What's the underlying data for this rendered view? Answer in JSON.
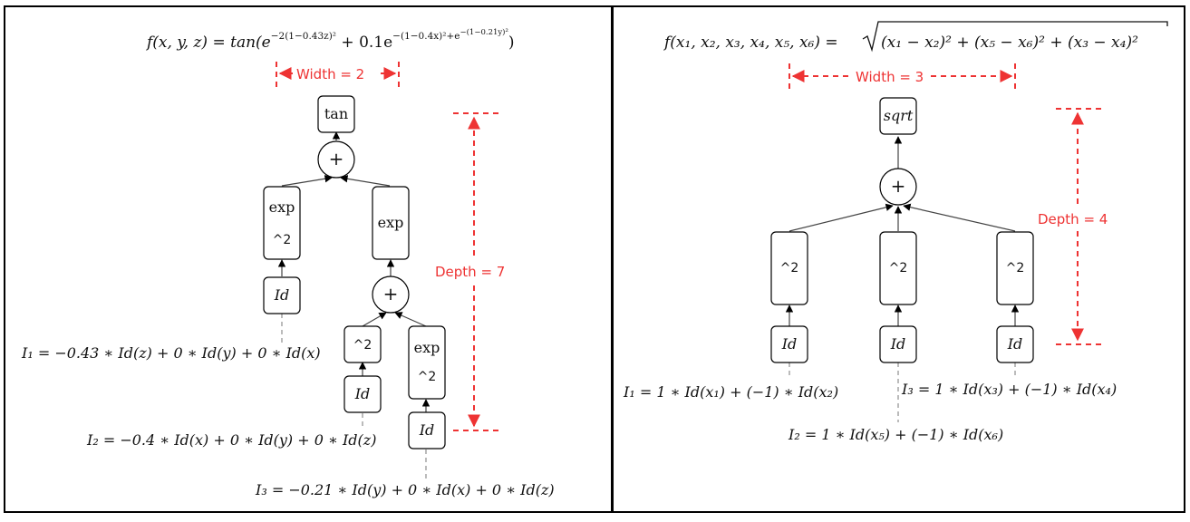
{
  "left": {
    "formula_main": "f(x, y, z) = tan(e",
    "formula_exp1": "−2(1−0.43z)²",
    "formula_mid": " + 0.1e",
    "formula_exp2": "−(1−0.4x)²+e",
    "formula_exp3": "−(1−0.21y)²",
    "formula_end": ")",
    "width_label": "Width = 2",
    "depth_label": "Depth = 7",
    "nodes": {
      "tan": "tan",
      "plus_top": "+",
      "exp_left": "exp",
      "sq_left": "^2",
      "exp_right": "exp",
      "id_left": "Id",
      "plus_mid": "+",
      "sq_mid": "^2",
      "exp_bottom": "exp",
      "sq_bottom": "^2",
      "id_mid": "Id",
      "id_right": "Id"
    },
    "inputs": {
      "i1": "I₁ = −0.43 ∗ Id(z) + 0 ∗ Id(y) + 0 ∗ Id(x)",
      "i2": "I₂ = −0.4 ∗ Id(x) + 0 ∗ Id(y) + 0 ∗ Id(z)",
      "i3": "I₃ = −0.21 ∗ Id(y) + 0 ∗ Id(x) + 0 ∗ Id(z)"
    }
  },
  "right": {
    "formula_lhs": "f(x₁, x₂, x₃, x₄, x₅, x₆) = ",
    "formula_rad": "(x₁ − x₂)² + (x₅ − x₆)² + (x₃ − x₄)²",
    "width_label": "Width = 3",
    "depth_label": "Depth = 4",
    "nodes": {
      "sqrt": "sqrt",
      "plus": "+",
      "sq_a": "^2",
      "sq_b": "^2",
      "sq_c": "^2",
      "id_a": "Id",
      "id_b": "Id",
      "id_c": "Id"
    },
    "inputs": {
      "i1": "I₁ = 1 ∗ Id(x₁) + (−1) ∗ Id(x₂)",
      "i2": "I₂ = 1 ∗ Id(x₅) + (−1) ∗ Id(x₆)",
      "i3": "I₃ = 1 ∗ Id(x₃) + (−1) ∗ Id(x₄)"
    }
  }
}
